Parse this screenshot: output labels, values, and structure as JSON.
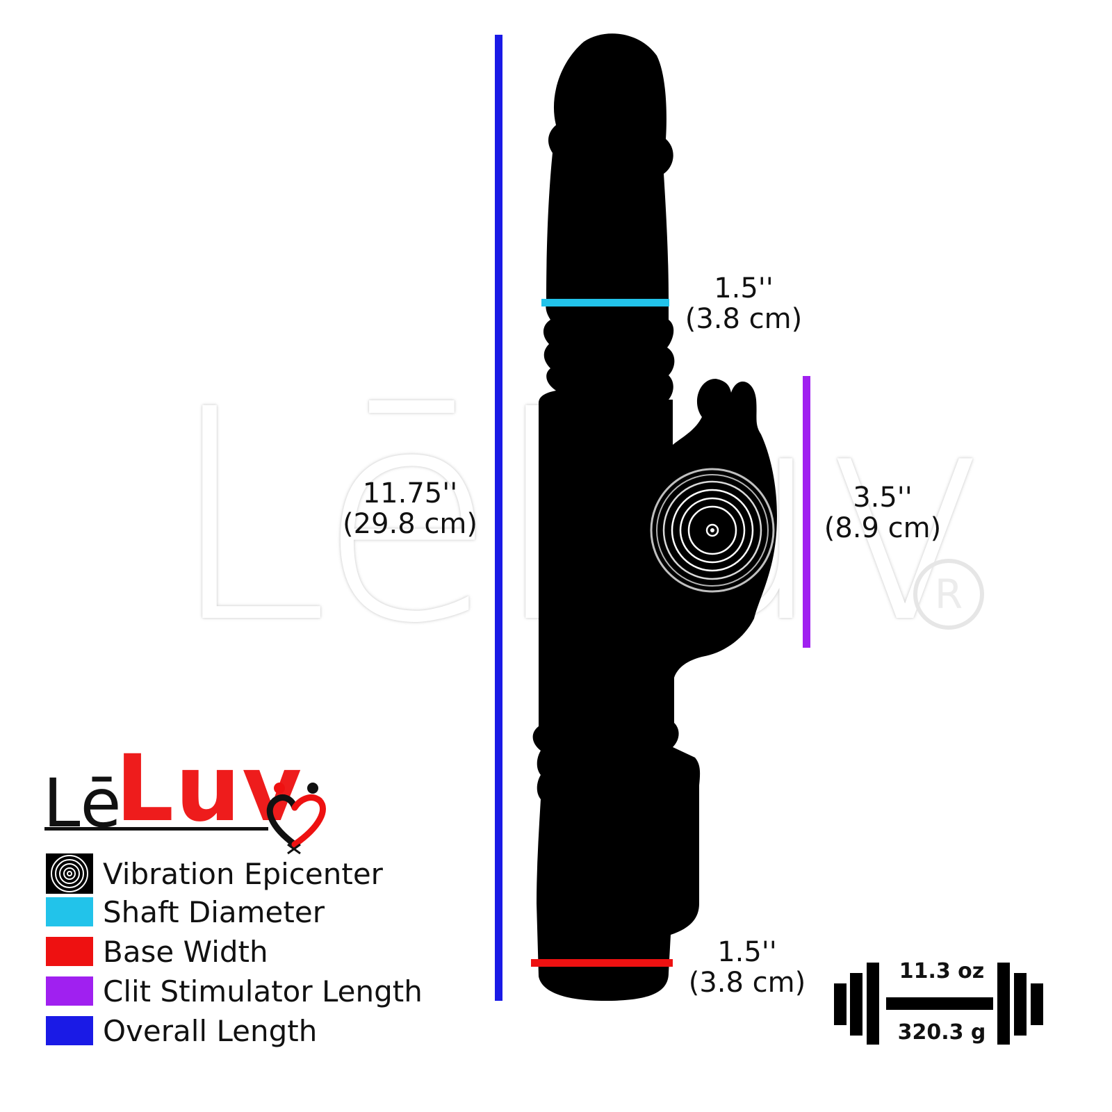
{
  "brand": {
    "logo_prefix": "Lē",
    "logo_name": "Luv",
    "watermark": "LēLuv"
  },
  "measurements": {
    "overall_length": {
      "inches": "11.75''",
      "cm": "(29.8 cm)"
    },
    "shaft_diameter": {
      "inches": "1.5''",
      "cm": "(3.8 cm)"
    },
    "clit_stimulator_length": {
      "inches": "3.5''",
      "cm": "(8.9 cm)"
    },
    "base_width": {
      "inches": "1.5''",
      "cm": "(3.8 cm)"
    }
  },
  "weight": {
    "imperial": "11.3 oz",
    "metric": "320.3 g"
  },
  "legend": [
    {
      "label": "Vibration Epicenter",
      "color": "#000000",
      "icon": "vibration-epicenter-icon"
    },
    {
      "label": "Shaft Diameter",
      "color": "#22c3ea"
    },
    {
      "label": "Base Width",
      "color": "#ee1111"
    },
    {
      "label": "Clit Stimulator Length",
      "color": "#a020f0"
    },
    {
      "label": "Overall Length",
      "color": "#1a1ae6"
    }
  ],
  "colors": {
    "overall_length": "#1a1ae6",
    "shaft_diameter": "#22c3ea",
    "base_width": "#ee1111",
    "clit_stimulator_length": "#a020f0",
    "silhouette": "#000000"
  }
}
